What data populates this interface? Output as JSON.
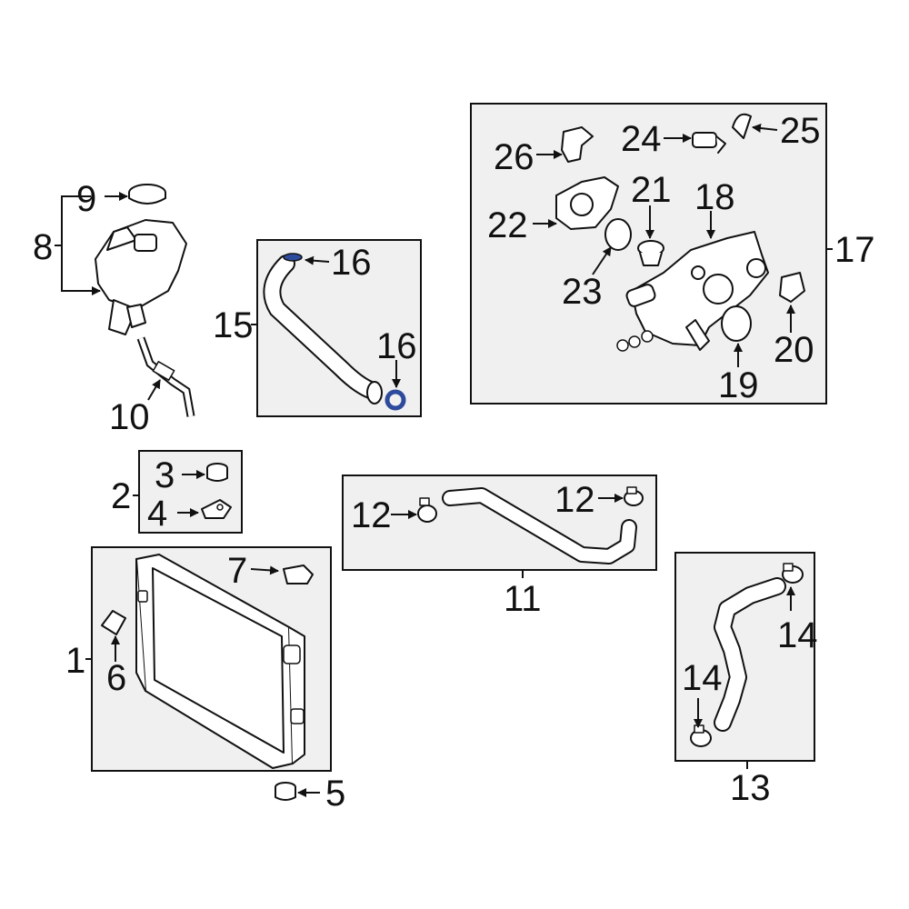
{
  "labels": {
    "n1": "1",
    "n2": "2",
    "n3": "3",
    "n4": "4",
    "n5": "5",
    "n6": "6",
    "n7": "7",
    "n8": "8",
    "n9": "9",
    "n10": "10",
    "n11": "11",
    "n12a": "12",
    "n12b": "12",
    "n13": "13",
    "n14a": "14",
    "n14b": "14",
    "n15": "15",
    "n16a": "16",
    "n16b": "16",
    "n17": "17",
    "n18": "18",
    "n19": "19",
    "n20": "20",
    "n21": "21",
    "n22": "22",
    "n23": "23",
    "n24": "24",
    "n25": "25",
    "n26": "26"
  },
  "colors": {
    "highlight": "#2e4a9c",
    "box_fill": "#f0f0f0",
    "line": "#111111"
  }
}
